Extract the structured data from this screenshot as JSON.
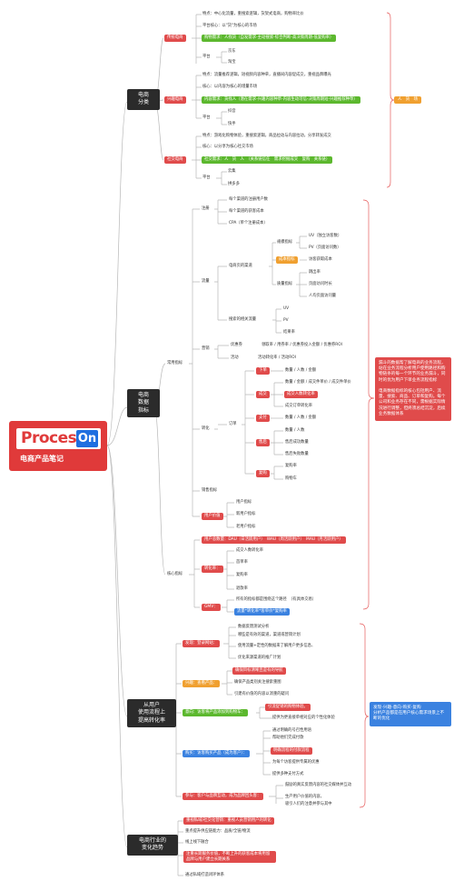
{
  "root": {
    "logo_process": "Process",
    "logo_on": "On",
    "title": "电商产品笔记"
  },
  "main": {
    "m1": "电商\n分类",
    "m2": "电商\n数据\n指标",
    "m3": "从用户\n使用流程上\n提高转化率",
    "m4": "电商行业的\n变化趋势"
  },
  "cat": {
    "trad": "传统电商",
    "trad_f1": "特点：中心化流量，重搜索逻辑，货架式电商，购物率比价",
    "trad_f2": "平台核心：以\"货\"为核心的市场",
    "trad_logic": "购物需求：人找货（自发需求-主动搜索-综合判断-高决策周期-低复购率）",
    "trad_platform": "平台",
    "trad_p1": "京东",
    "trad_p2": "淘宝",
    "content": "兴趣电商",
    "content_f1": "特点：流量推荐逻辑，短视频内容种草，直播间内容促成交，重视品牌曝光",
    "content_f2": "核心：以内容为核心的增量市场",
    "content_logic": "内容需求：货找人（潜在需求-兴趣内容种草-内容生动可信-决策周期短-兴趣推荐种草）",
    "content_platform": "平台",
    "content_p1": "抖音",
    "content_p2": "快手",
    "social": "社交电商",
    "social_f1": "特点：游戏化购物体验，重搜索逻辑，商品拉动与内容拉动，分享转发成交",
    "social_f2": "核心：以分享为核心社交市场",
    "social_logic": "社交需求：人　货　人　（关系链信任　需求挖掘成交　复购　关系链）",
    "social_platform": "平台",
    "social_p1": "云集",
    "social_p2": "拼多多",
    "tag_rhp": "人　货　场"
  },
  "metrics": {
    "common": "常用指标",
    "reg": "注册",
    "reg1": "每个渠道的注册用户数",
    "reg2": "每个渠道的获客成本",
    "reg3": "CPA（单个注册成本）",
    "traffic": "流量",
    "tr_page": "电商页的渠道",
    "tr_scale": "规模指标",
    "uv1": "UV（独立访客数）",
    "pv1": "PV（页面访问数）",
    "tr_cost": "成本指标",
    "tr_cost1": "访客获取成本",
    "tr_quality": "质量指标",
    "q1": "跳出率",
    "q2": "页面访问时长",
    "q3": "人均页面访问量",
    "tr_search": "搜索的相关流量",
    "s_uv": "UV",
    "s_pv": "PV",
    "s_res": "结果率",
    "ops": "营销",
    "ops_a": "优惠券",
    "ops_a1": "领取率 / 用券率 / 优惠券投入金额 / 优惠券ROI",
    "ops_b": "活动",
    "ops_b1": "活动转化率 / 活动ROI",
    "conv": "转化",
    "order": "订单",
    "o_place": "下单",
    "o_place1": "数量 / 人数 / 金额",
    "o_place2": "数量 / 金额 / 成交件单价 / 成交件单价",
    "o_sub": "成交",
    "o_sub1": "成交人数转化率",
    "o_sub2": "成交订单转化率",
    "o_pay": "支付",
    "o_pay1": "数量 / 人数 / 金额",
    "o_ret": "售后",
    "o_ret1": "数量 / 人数",
    "o_ret2": "售后成功数量",
    "o_ret3": "售后失败数量",
    "o_rep": "复购",
    "o_rep1": "复购率",
    "o_rep2": "购物车",
    "sales": "销售指标",
    "user_val": "用户价值",
    "uv_a": "用户指标",
    "uv_b": "新用户指标",
    "uv_c": "老用户指标",
    "core": "核心指标",
    "c_users": "用户总数量：DAU（日活跃用户）　WAU（周活跃用户）　MAU（月活跃用户）",
    "c_rate": "转化率：",
    "c_r1": "成交人数转化率",
    "c_r2": "首单率",
    "c_r3": "复购率",
    "c_r4": "退款率",
    "c_gmv": "GMV：",
    "c_g1": "所有的指标都是围绕这个路径　（有具体交易）",
    "c_g2": "流量*转化率*客单价*复购率"
  },
  "flow": {
    "f1": "发现：登录网站：",
    "f1a": "数据反馈测试分析",
    "f1b": "哪些是有效的渠道，渠道或营销计划",
    "f1c": "使用流量+定性的数据来了解用户更多信息、",
    "f1d": "优化来源渠道的推广计划",
    "f2": "兴趣：查看产品：",
    "f2a": "确保目标清晰且是有的导航",
    "f2b": "确保产品类别关注搜索重图",
    "f2c": "引建有价值的内容以消重的疑问",
    "f3": "意向：访客将产品添加到购物车：",
    "f3a": "引流促销的购物体验。",
    "f3b": "提供为更直接单相对应的个性化体验",
    "f4": "购买：访客购买产品（成为客户）：",
    "f4a": "通过明确的号召性用语",
    "f4b": "帮助他们完成付款",
    "f4c": "明确流程的付款流程",
    "f4d": "为每个访客提供专属的优惠",
    "f4e": "提供多种支付方式",
    "f5": "参与：客户与品牌互动，成为品牌回头客：",
    "f5a": "鼓励的真实反馈内容的社交媒体并互动",
    "f5b": "生产用户价值的内容，",
    "f5c": "吸引人们的注意并参与其中"
  },
  "trend": {
    "t1": "重视私域/社交化营销：重视人员营销用户的转化",
    "t2": "重点提升供应链能力：品质/全链/物流",
    "t3": "线上线下融合",
    "t4": "注重长期服务价值，不断上升的获客成本将用留品牌与用户建立长期关系",
    "t5": "通过私域打造闭环体系"
  },
  "notes": {
    "n1": "漏斗的数据帮了解电商的业务流程，站在业务流程分析用户使用路径和购物链条的每一个环节的业务漏斗，同时的优为用户下单业务流程指标\n\n电商数据指标的核心包括用户、流量、搜索、商品、订单和复购。每个公司和业务存在不同，需根据实际情况进行调整，但终须总结沉淀，后续业务数据体系",
    "n2": "发现-兴趣-意向-购买-复购\n分析产品都是在用户核心需求场景上不断的优化"
  },
  "colors": {
    "red": "#e04b4b",
    "green": "#5cb82e",
    "orange": "#f0a030",
    "blue": "#3b82e0",
    "dark": "#2b2b2b"
  }
}
